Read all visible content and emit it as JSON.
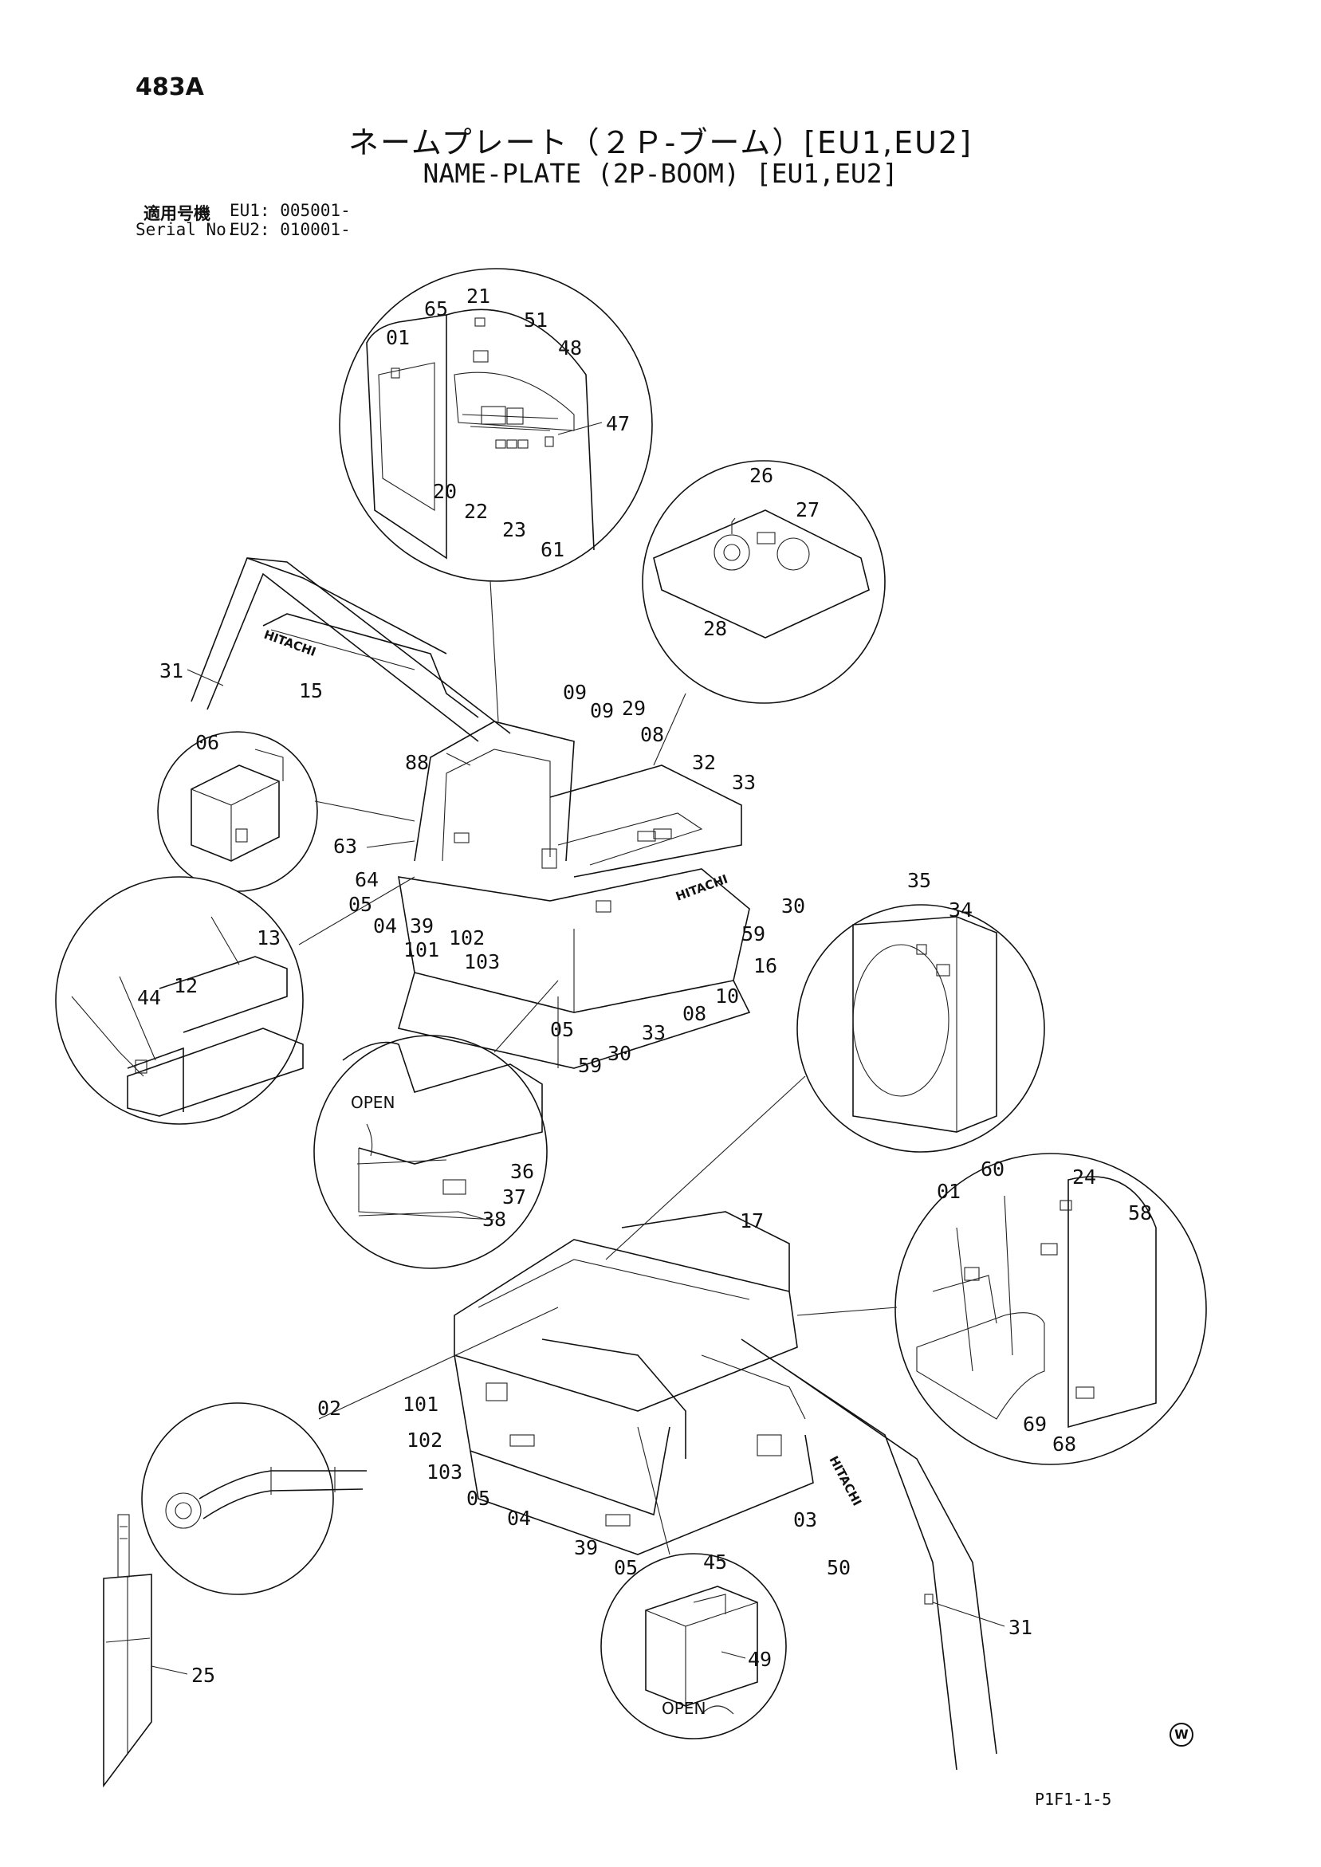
{
  "header": {
    "page_code": "483A",
    "title_jp": "ネームプレート（２Ｐ-ブーム）[EU1,EU2]",
    "title_en": "NAME-PLATE (2P-BOOM) [EU1,EU2]",
    "serial_label_jp": "適用号機",
    "serial_label_en": "Serial No.",
    "serial_eu1": "EU1: 005001-",
    "serial_eu2": "EU2: 010001-"
  },
  "footer": {
    "drawing_ref": "P1F1-1-5",
    "mark": "W"
  },
  "annotations": {
    "open_1": "OPEN",
    "open_2": "OPEN",
    "brand_boom_top": "HITACHI",
    "brand_counterweight": "HITACHI",
    "brand_boom_bottom": "HITACHI"
  },
  "callouts": {
    "c_01a": "01",
    "c_65": "65",
    "c_21": "21",
    "c_51": "51",
    "c_48": "48",
    "c_47": "47",
    "c_20": "20",
    "c_22": "22",
    "c_23": "23",
    "c_61": "61",
    "c_26": "26",
    "c_27": "27",
    "c_28": "28",
    "c_31a": "31",
    "c_15": "15",
    "c_06": "06",
    "c_09a": "09",
    "c_09b": "09",
    "c_29": "29",
    "c_08a": "08",
    "c_32": "32",
    "c_33a": "33",
    "c_88": "88",
    "c_63": "63",
    "c_64": "64",
    "c_05a": "05",
    "c_04a": "04",
    "c_39a": "39",
    "c_101a": "101",
    "c_102a": "102",
    "c_103a": "103",
    "c_05b": "05",
    "c_59a": "59",
    "c_30a": "30",
    "c_33b": "33",
    "c_08b": "08",
    "c_10": "10",
    "c_16": "16",
    "c_59b": "59",
    "c_30b": "30",
    "c_13": "13",
    "c_44": "44",
    "c_12": "12",
    "c_35": "35",
    "c_34": "34",
    "c_36": "36",
    "c_37": "37",
    "c_38": "38",
    "c_17": "17",
    "c_01b": "01",
    "c_60": "60",
    "c_24": "24",
    "c_58": "58",
    "c_69": "69",
    "c_68": "68",
    "c_02": "02",
    "c_101b": "101",
    "c_102b": "102",
    "c_103b": "103",
    "c_05c": "05",
    "c_04b": "04",
    "c_39b": "39",
    "c_05d": "05",
    "c_45": "45",
    "c_03": "03",
    "c_50": "50",
    "c_31b": "31",
    "c_25": "25",
    "c_49": "49"
  }
}
